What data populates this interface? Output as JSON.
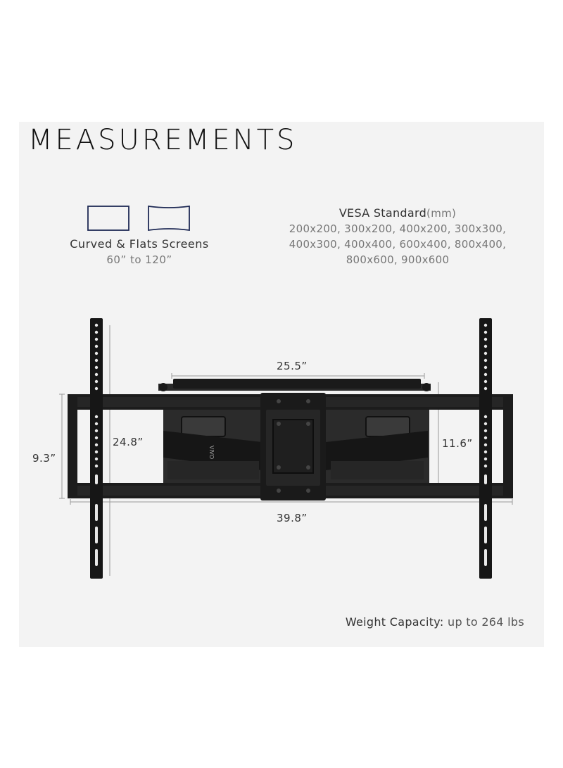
{
  "title": "MEASUREMENTS",
  "screens": {
    "label": "Curved & Flats Screens",
    "range": "60” to 120”",
    "icons": [
      "flat-screen-icon",
      "curved-screen-icon"
    ]
  },
  "vesa": {
    "title": "VESA Standard",
    "unit": "(mm)",
    "line1": "200x200, 300x200, 400x200, 300x300,",
    "line2": "400x300, 400x400, 600x400, 800x400,",
    "line3": "800x600, 900x600"
  },
  "dimensions": {
    "top_width": "25.5”",
    "bottom_width": "39.8”",
    "left_height": "9.3”",
    "inner_height": "24.8”",
    "right_height": "11.6”"
  },
  "weight": {
    "label": "Weight Capacity:",
    "value": "up to 264 lbs"
  },
  "brand_mark": "VIVO",
  "colors": {
    "panel": "#f3f3f3",
    "mount": "#1c1c1c",
    "icon_stroke": "#1f2a55"
  }
}
